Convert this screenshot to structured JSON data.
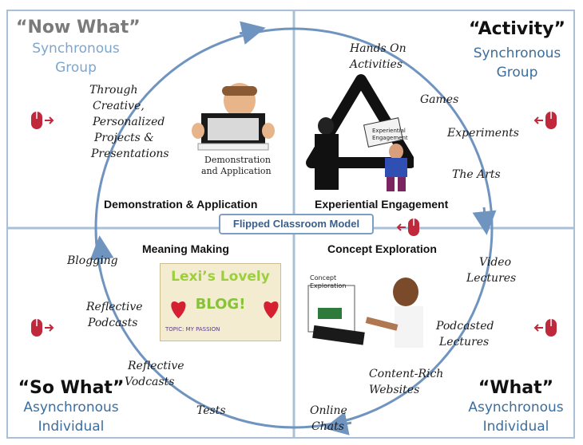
{
  "center_label": "Flipped Classroom Model",
  "quadrants": {
    "top_left": {
      "title": "“Now What”",
      "sub1": "Synchronous",
      "sub2": "Group",
      "label": "Demonstration & Application",
      "items": [
        "Through",
        "Creative,",
        "Personalized",
        "Projects &",
        "Presentations"
      ],
      "image_caption": [
        "Demonstration",
        "and Application"
      ]
    },
    "top_right": {
      "title": "“Activity”",
      "sub1": "Synchronous",
      "sub2": "Group",
      "label": "Experiential Engagement",
      "items": [
        "Hands On",
        "Activities",
        "Games",
        "Experiments",
        "The Arts"
      ],
      "image_caption": [
        "Experiential",
        "Engagement"
      ]
    },
    "bottom_left": {
      "title": "“So What”",
      "sub1": "Asynchronous",
      "sub2": "Individual",
      "label": "Meaning Making",
      "items": [
        "Blogging",
        "Reflective",
        "Podcasts",
        "Reflective",
        "Vodcasts",
        "Tests"
      ],
      "blog_text": [
        "Lexi’s Lovely",
        "BLOG!",
        "TOPIC: MY PASSION"
      ]
    },
    "bottom_right": {
      "title": "“What”",
      "sub1": "Asynchronous",
      "sub2": "Individual",
      "label": "Concept Exploration",
      "items": [
        "Video",
        "Lectures",
        "Podcasted",
        "Lectures",
        "Content-Rich",
        "Websites",
        "Online",
        "Chats"
      ],
      "image_caption": [
        "Concept",
        "Exploration"
      ]
    }
  },
  "colors": {
    "title_black": "#111111",
    "title_gray": "#7a7a7a",
    "sub_blue": "#3b6ea0",
    "sub_lightblue": "#7da6cf",
    "axis_blue": "#a9c0d6",
    "circle_blue": "#6f94bf",
    "mouse_red": "#c0283c"
  },
  "icons": [
    "mouse-click-icon",
    "mouse-click-icon",
    "mouse-click-icon",
    "mouse-click-icon",
    "mouse-click-icon"
  ]
}
